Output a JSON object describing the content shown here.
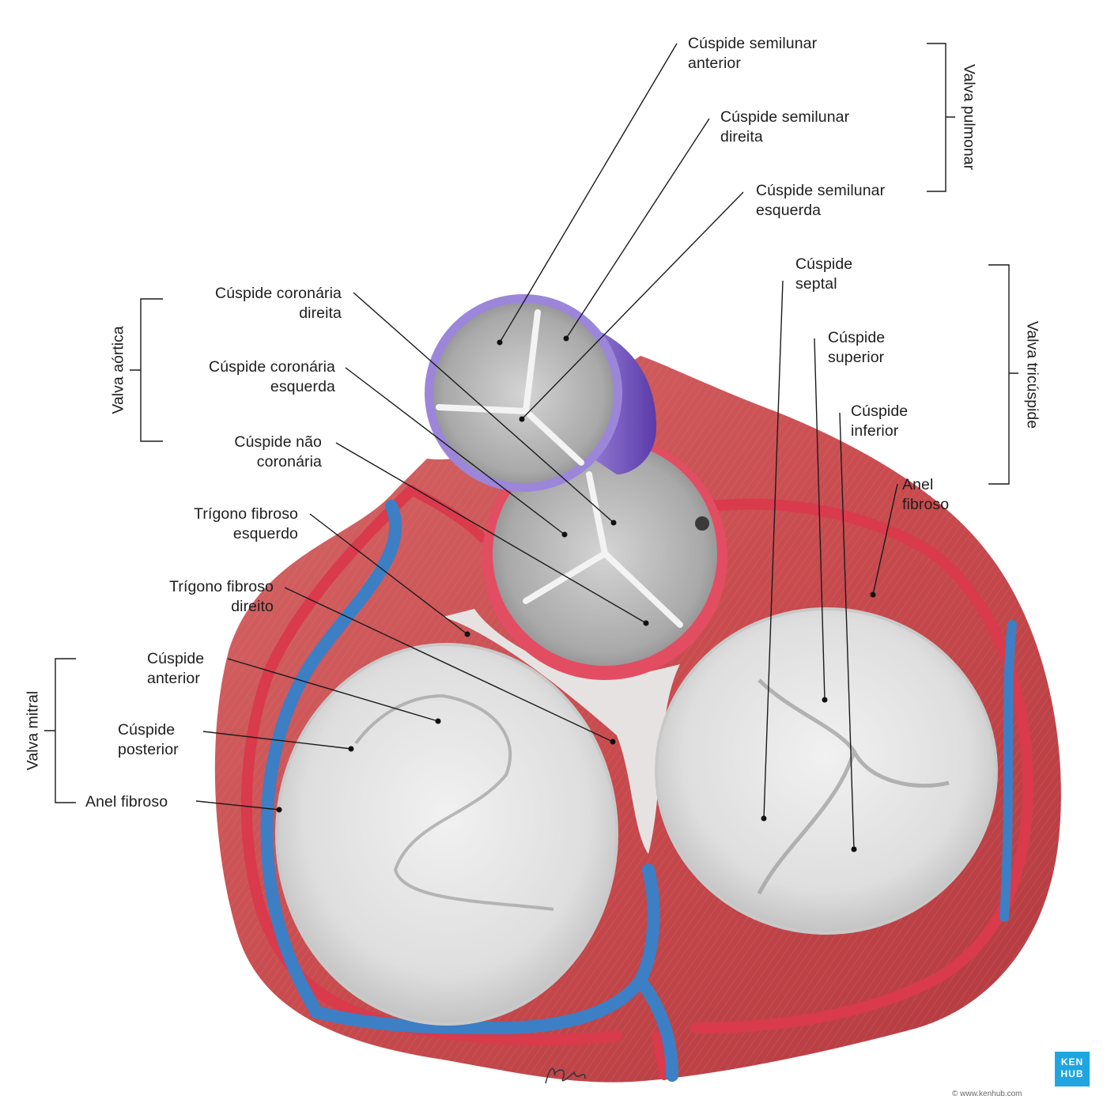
{
  "labels": {
    "pulm_anterior": [
      "Cúspide semilunar",
      "anterior"
    ],
    "pulm_right": [
      "Cúspide semilunar",
      "direita"
    ],
    "pulm_left": [
      "Cúspide semilunar",
      "esquerda"
    ],
    "tri_septal": [
      "Cúspide",
      "septal"
    ],
    "tri_superior": [
      "Cúspide",
      "superior"
    ],
    "tri_inferior": [
      "Cúspide",
      "inferior"
    ],
    "tri_ring": [
      "Anel",
      "fibroso"
    ],
    "ao_right": [
      "Cúspide coronária",
      "direita"
    ],
    "ao_left": [
      "Cúspide coronária",
      "esquerda"
    ],
    "ao_noncoronary": [
      "Cúspide não",
      "coronária"
    ],
    "trig_left": [
      "Trígono fibroso",
      "esquerdo"
    ],
    "trig_right": [
      "Trígono fibroso",
      "direito"
    ],
    "mit_anterior": [
      "Cúspide",
      "anterior"
    ],
    "mit_posterior": [
      "Cúspide",
      "posterior"
    ],
    "mit_ring": [
      "Anel fibroso"
    ]
  },
  "groups": {
    "pulmonary": "Valva pulmonar",
    "tricuspid": "Valva tricúspide",
    "aortic": "Valva aórtica",
    "mitral": "Valva mitral"
  },
  "watermark": "© www.kenhub.com",
  "badge": [
    "KEN",
    "HUB"
  ],
  "copyright": "© www.kenhub.com",
  "signature": "Koh",
  "colors": {
    "muscle": "#c84b4e",
    "artery": "#d93a4c",
    "vein": "#3c7fc4",
    "pulmonary_ring": "#8a6fd0",
    "valve": "#dcdcdc",
    "badge": "#1fa6e0"
  }
}
